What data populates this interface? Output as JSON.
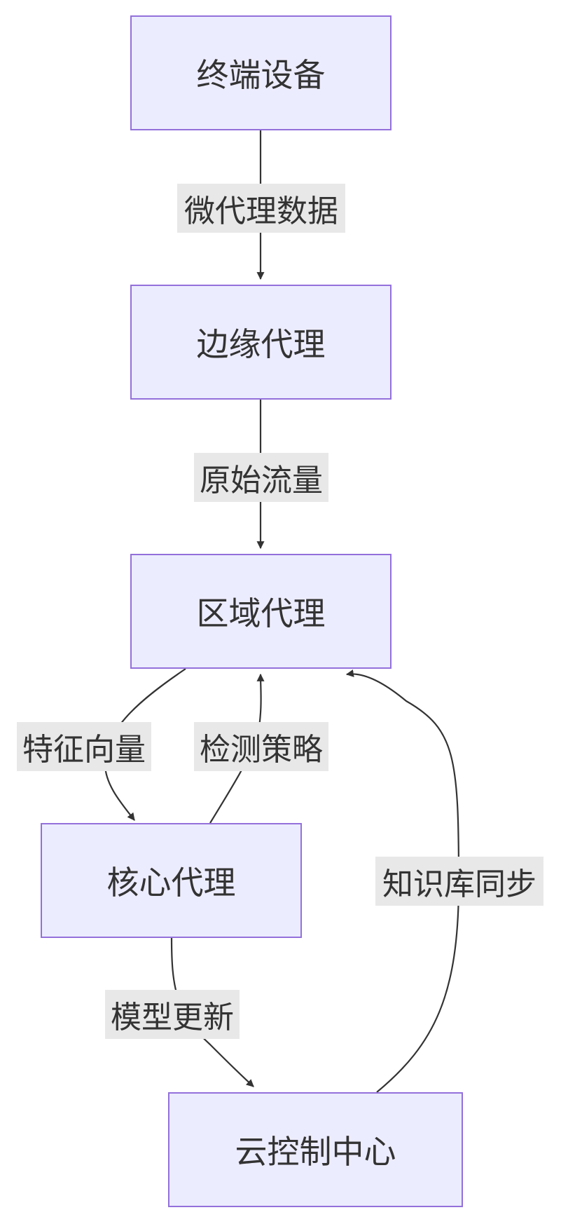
{
  "colors": {
    "node_fill": "#ececff",
    "node_stroke": "#9370db",
    "edge": "#333333",
    "label_bg": "#e8e8e8",
    "text": "#333333"
  },
  "nodes": {
    "terminal": {
      "label": "终端设备"
    },
    "edge_agent": {
      "label": "边缘代理"
    },
    "region_agent": {
      "label": "区域代理"
    },
    "core_agent": {
      "label": "核心代理"
    },
    "cloud_center": {
      "label": "云控制中心"
    }
  },
  "edges": {
    "terminal_to_edge": {
      "label": "微代理数据"
    },
    "edge_to_region": {
      "label": "原始流量"
    },
    "region_to_core": {
      "label": "特征向量"
    },
    "core_to_region": {
      "label": "检测策略"
    },
    "core_to_cloud": {
      "label": "模型更新"
    },
    "cloud_to_region": {
      "label": "知识库同步"
    }
  }
}
